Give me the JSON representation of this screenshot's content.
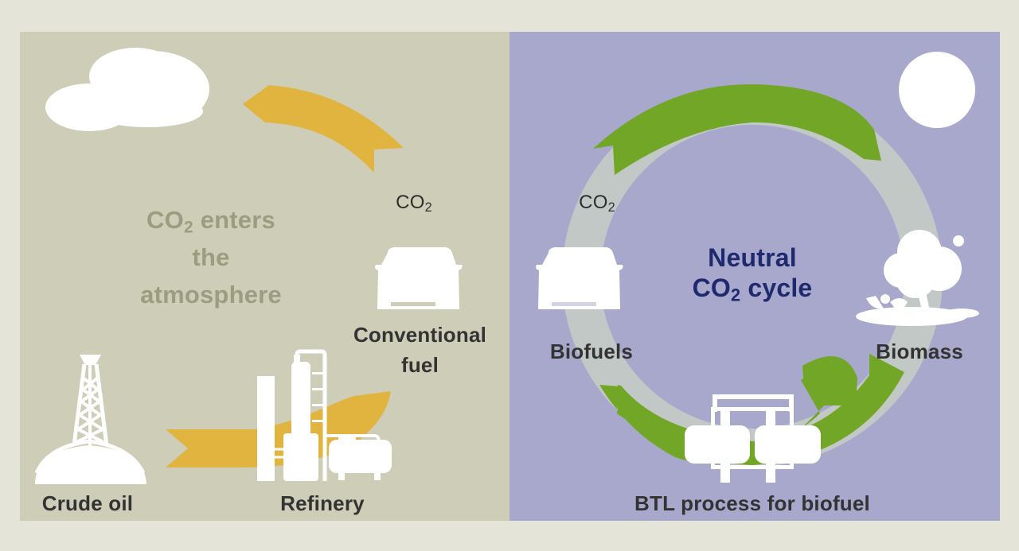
{
  "colors": {
    "page_background": "#e4e4d8",
    "fossil_panel": "#cecdb7",
    "bio_panel": "#a8a8cc",
    "fossil_arrow": "#e0b43e",
    "cycle_green": "#72a626",
    "cycle_gray": "#c2c8c6",
    "icon_white": "#ffffff",
    "label_dark": "#333333",
    "faded_label": "#9c9c80",
    "neutral_label": "#1f2a6e"
  },
  "fossil_side": {
    "co2_label": {
      "main": "CO",
      "sub": "2"
    },
    "headline": {
      "line1_main": "CO",
      "line1_sub": "2",
      "line1_rest": " enters",
      "line2": "the",
      "line3": "atmosphere"
    },
    "conventional_fuel": {
      "line1": "Conventional",
      "line2": "fuel"
    },
    "crude_oil": "Crude oil",
    "refinery": "Refinery",
    "icons": [
      "cloud-icon",
      "car-icon",
      "oil-derrick-icon",
      "refinery-icon"
    ]
  },
  "bio_side": {
    "co2_label": {
      "main": "CO",
      "sub": "2"
    },
    "center": {
      "line1": "Neutral",
      "line2_main": "CO",
      "line2_sub": "2",
      "line2_rest": " cycle"
    },
    "biofuels": "Biofuels",
    "biomass": "Biomass",
    "btl_process": "BTL process for biofuel",
    "icons": [
      "sun-icon",
      "car-icon",
      "tree-icon",
      "btl-plant-icon"
    ]
  }
}
